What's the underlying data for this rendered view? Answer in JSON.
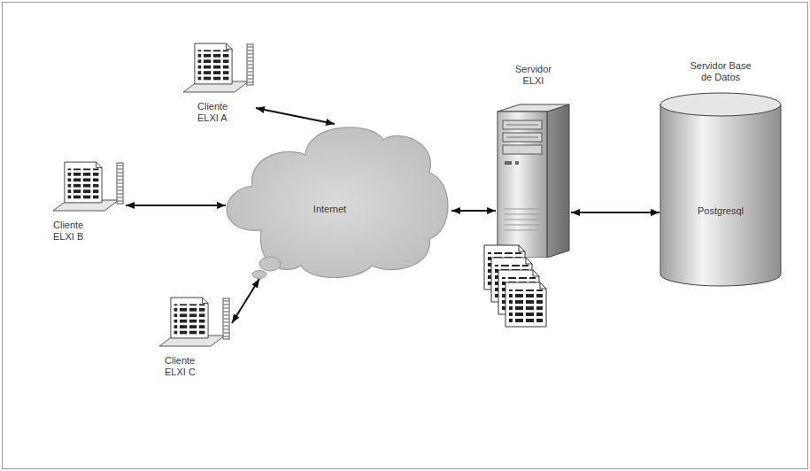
{
  "diagram": {
    "nodes": [
      {
        "text": [
          "Cliente ELXI A"
        ]
      },
      {
        "text": [
          "Cliente ELXI B"
        ]
      },
      {
        "text": [
          "Internet"
        ]
      },
      {
        "text": [
          "Servidor ELXI"
        ]
      },
      {
        "text": [
          "Servidor Base de Datos",
          "Postgresql"
        ]
      },
      {
        "text": [
          "Cliente ELXI C"
        ]
      }
    ],
    "edges": [
      {
        "from": 0,
        "to": 2,
        "arrow": "both"
      },
      {
        "from": 1,
        "to": 2,
        "arrow": "both"
      },
      {
        "from": 5,
        "to": 2,
        "arrow": "both"
      },
      {
        "from": 2,
        "to": 3,
        "arrow": "both"
      },
      {
        "from": 3,
        "to": 4,
        "arrow": "both"
      }
    ]
  }
}
